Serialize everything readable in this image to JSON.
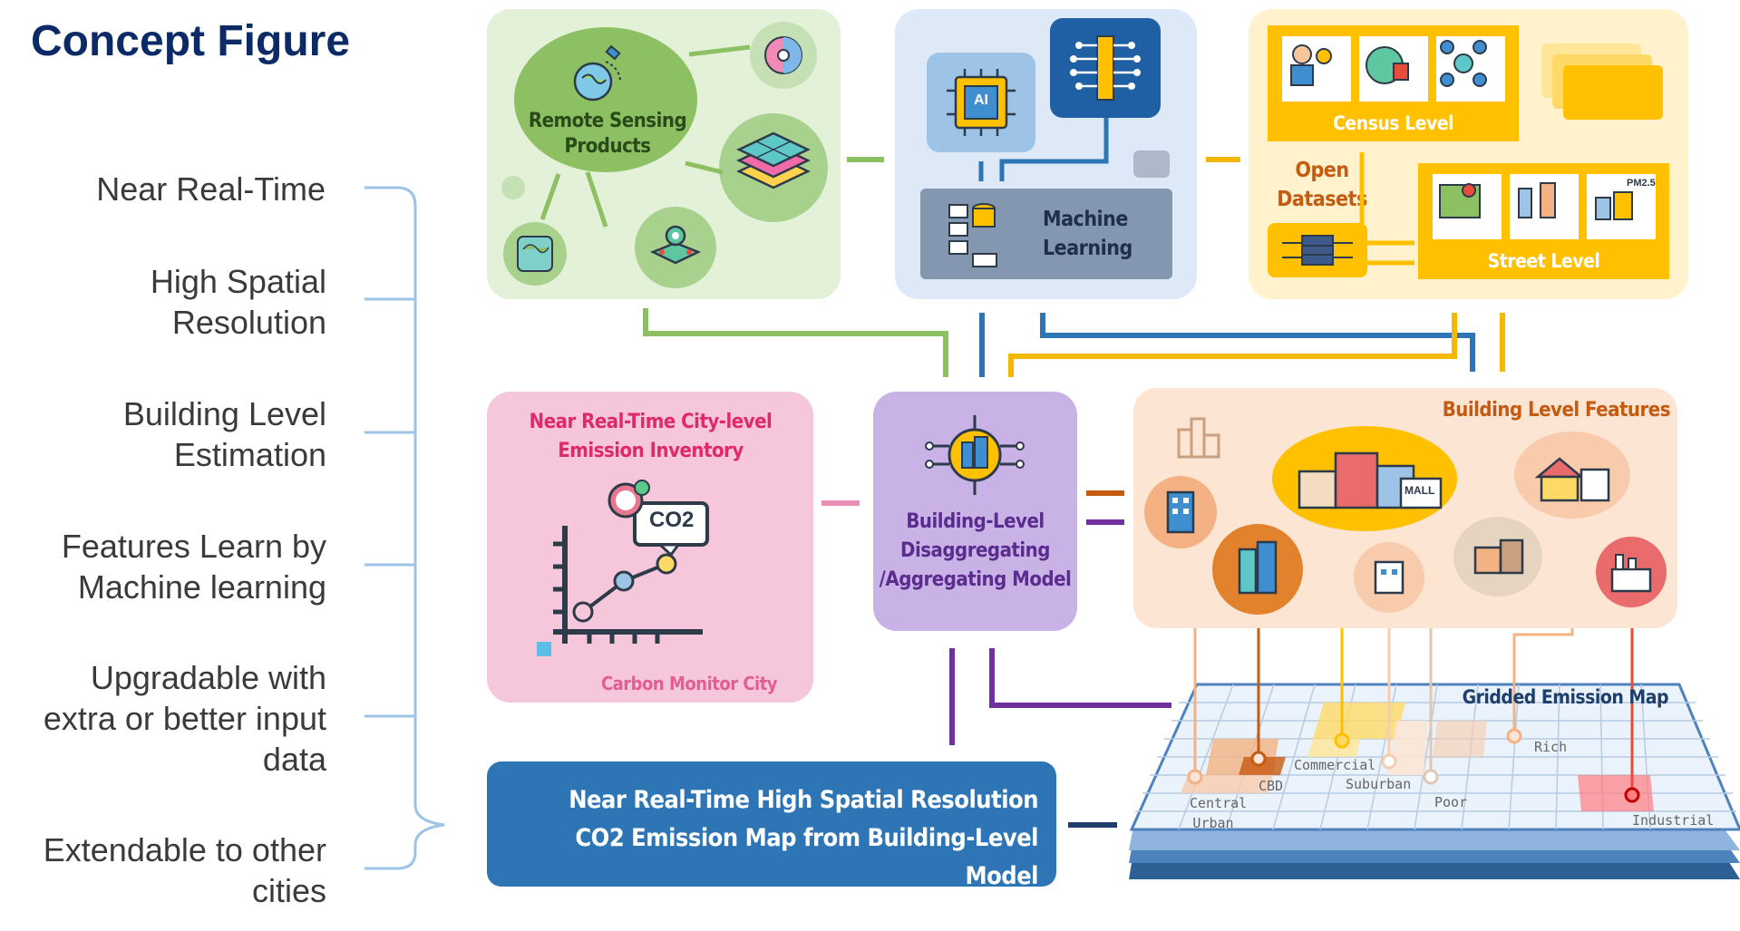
{
  "title": "Concept Figure",
  "features": [
    "Near Real-Time",
    "High Spatial Resolution",
    "Building Level Estimation",
    "Features Learn by Machine learning",
    "Upgradable with extra or better input data",
    "Extendable to other cities"
  ],
  "remote_sensing": {
    "label": "Remote Sensing Products"
  },
  "machine_learning": {
    "label": "Machine Learning",
    "chip_text": "AI"
  },
  "open_datasets": {
    "label": "Open Datasets",
    "census": "Census Level",
    "street": "Street Level",
    "pm_text": "PM2.5"
  },
  "inventory": {
    "title": "Near Real-Time City-level Emission Inventory",
    "co2": "CO2",
    "source": "Carbon Monitor City"
  },
  "model": {
    "label": "Building-Level Disaggregating /Aggregating Model"
  },
  "building_features": {
    "title": "Building Level Features",
    "mall_text": "MALL"
  },
  "output": {
    "line1": "Near Real-Time High Spatial Resolution",
    "line2": "CO2 Emission Map from Building-Level Model"
  },
  "map": {
    "title": "Gridded Emission Map",
    "labels": [
      "Central Urban",
      "CBD",
      "Commercial",
      "Suburban",
      "Poor",
      "Rich",
      "Industrial"
    ]
  },
  "colors": {
    "navy": "#0b2a66",
    "green_panel": "#e3f1d8",
    "blue_panel": "#dde9f6",
    "yellow_panel": "#fff2cc",
    "pink_panel": "#f6c7da",
    "purple_panel": "#c9b3e6",
    "peach_panel": "#fde5d3",
    "output_blue": "#2e75b6"
  }
}
